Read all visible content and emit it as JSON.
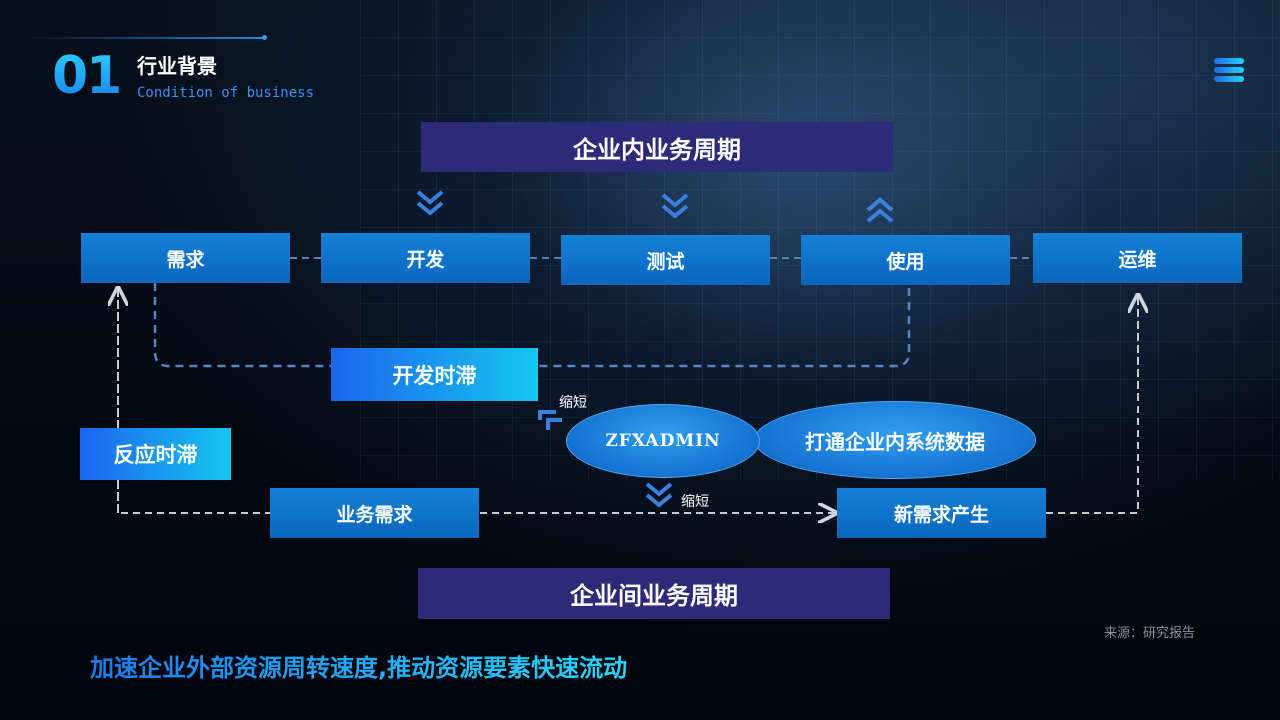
{
  "header": {
    "section_number": "01",
    "title": "行业背景",
    "subtitle": "Condition of business"
  },
  "diagram": {
    "top_banner": "企业内业务周期",
    "bottom_banner": "企业间业务周期",
    "stages": [
      "需求",
      "开发",
      "测试",
      "使用",
      "运维"
    ],
    "dev_lag": "开发时滞",
    "reaction_lag": "反应时滞",
    "business_demand": "业务需求",
    "new_demand": "新需求产生",
    "ellipse_left": "ZFXADMIN",
    "ellipse_right": "打通企业内系统数据",
    "shorten_label_1": "缩短",
    "shorten_label_2": "缩短"
  },
  "footer": {
    "source": "来源：研究报告",
    "tagline": "加速企业外部资源周转速度,推动资源要素快速流动"
  },
  "colors": {
    "accent_blue": "#1280d8",
    "banner_purple": "#2d2a78",
    "cyan": "#16c6f0"
  }
}
